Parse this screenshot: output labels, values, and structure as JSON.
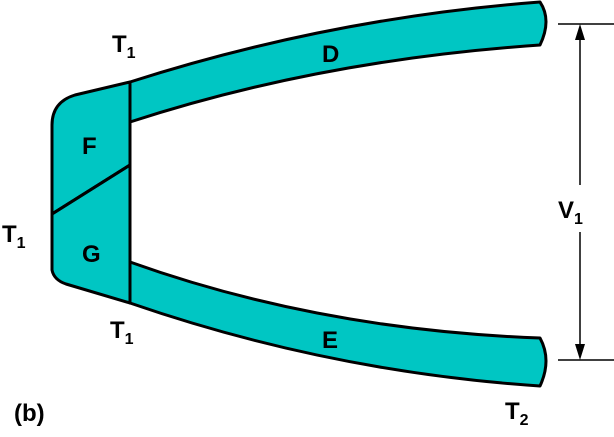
{
  "panel_label": "(b)",
  "regions": {
    "D": "D",
    "E": "E",
    "F": "F",
    "G": "G"
  },
  "terminals": {
    "top": {
      "main": "T",
      "sub": "1"
    },
    "left": {
      "main": "T",
      "sub": "1"
    },
    "bottom": {
      "main": "T",
      "sub": "1"
    },
    "right": {
      "main": "T",
      "sub": "2"
    }
  },
  "voltage": {
    "main": "V",
    "sub": "1"
  },
  "colors": {
    "fill": "#00c6c3",
    "stroke": "#000000"
  }
}
